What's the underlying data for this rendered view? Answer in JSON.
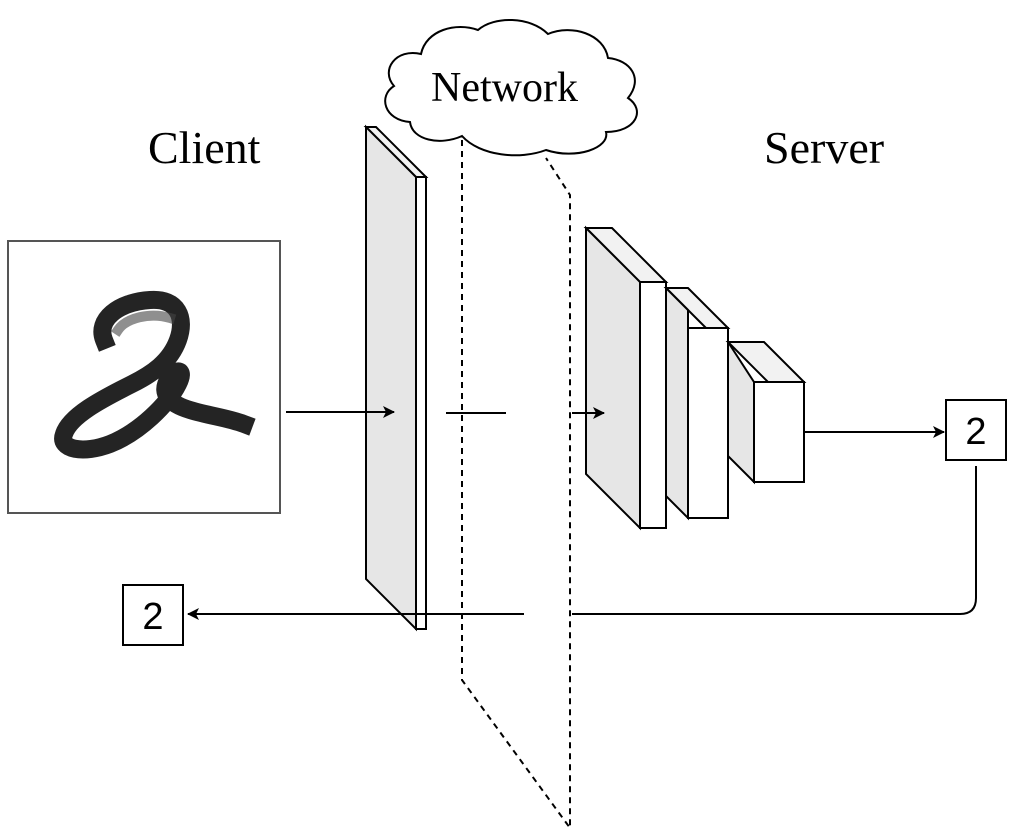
{
  "labels": {
    "client": "Client",
    "server": "Server",
    "network": "Network"
  },
  "prediction_server": "2",
  "prediction_client": "2",
  "input_digit": "2",
  "colors": {
    "stroke": "#000000",
    "layer_side": "#e6e6e6",
    "layer_front": "#ffffff",
    "layer_top": "#f2f2f2"
  }
}
